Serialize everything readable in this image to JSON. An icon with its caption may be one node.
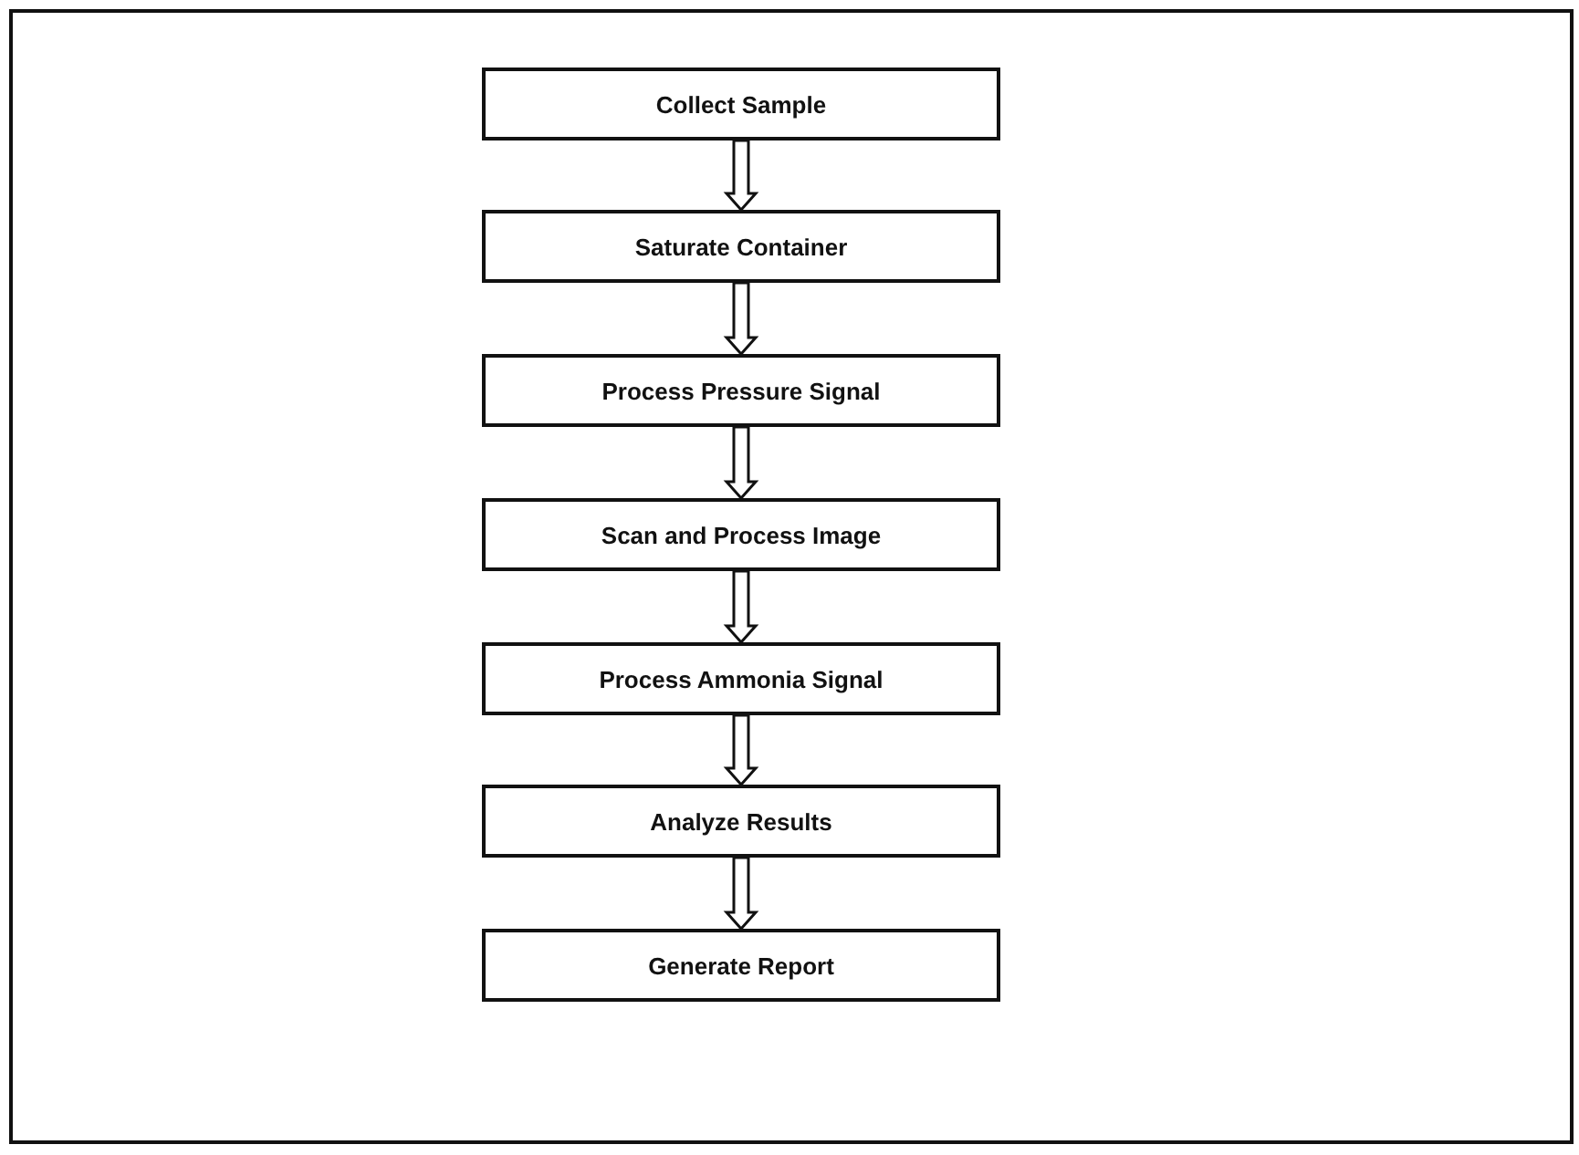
{
  "diagram": {
    "nodes": [
      {
        "text": [
          "Collect Sample"
        ]
      },
      {
        "text": [
          "Saturate Container"
        ]
      },
      {
        "text": [
          "Process Pressure Signal"
        ]
      },
      {
        "text": [
          "Scan and Process Image"
        ]
      },
      {
        "text": [
          "Process Ammonia Signal"
        ]
      },
      {
        "text": [
          "Analyze Results"
        ]
      },
      {
        "text": [
          "Generate Report"
        ]
      }
    ],
    "edges": [
      {
        "from": 0,
        "to": 1,
        "arrow": "to"
      },
      {
        "from": 1,
        "to": 2,
        "arrow": "to"
      },
      {
        "from": 2,
        "to": 3,
        "arrow": "to"
      },
      {
        "from": 3,
        "to": 4,
        "arrow": "to"
      },
      {
        "from": 4,
        "to": 5,
        "arrow": "to"
      },
      {
        "from": 5,
        "to": 6,
        "arrow": "to"
      }
    ]
  }
}
